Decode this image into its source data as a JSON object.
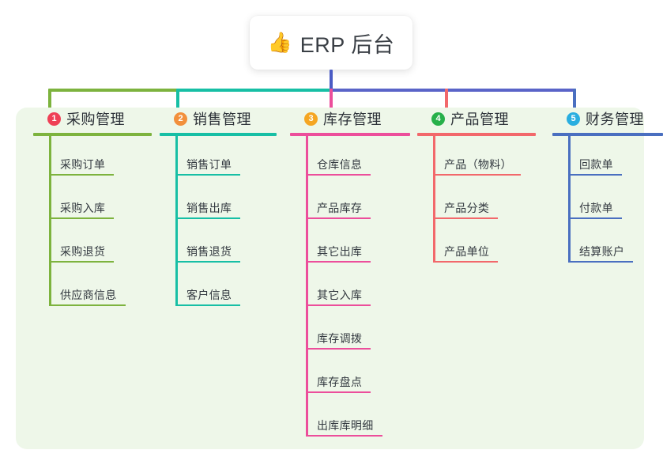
{
  "root": {
    "icon": "thumbs-up-icon",
    "emoji": "👍",
    "label": "ERP 后台"
  },
  "connectors": {
    "stem_color": "#4a5bc4",
    "bar_segments": [
      {
        "name": "bar-green",
        "color": "#7db33e"
      },
      {
        "name": "bar-teal",
        "color": "#17bfa5"
      },
      {
        "name": "bar-indigo",
        "color": "#5a64c8"
      }
    ],
    "drop_colors": [
      "#7db33e",
      "#17bfa5",
      "#ec4e9b",
      "#f2686b",
      "#4a6fc0"
    ]
  },
  "panel": {
    "background": "#eef7e9"
  },
  "columns": [
    {
      "index": "1",
      "title": "采购管理",
      "badge_color": "#ef4056",
      "accent": "#7db33e",
      "children": [
        "采购订单",
        "采购入库",
        "采购退货",
        "供应商信息"
      ]
    },
    {
      "index": "2",
      "title": "销售管理",
      "badge_color": "#f2903c",
      "accent": "#17bfa5",
      "children": [
        "销售订单",
        "销售出库",
        "销售退货",
        "客户信息"
      ]
    },
    {
      "index": "3",
      "title": "库存管理",
      "badge_color": "#f5a623",
      "accent": "#ec4e9b",
      "children": [
        "仓库信息",
        "产品库存",
        "其它出库",
        "其它入库",
        "库存调拨",
        "库存盘点",
        "出库库明细"
      ]
    },
    {
      "index": "4",
      "title": "产品管理",
      "badge_color": "#27b04a",
      "accent": "#f2686b",
      "children": [
        "产品（物料）",
        "产品分类",
        "产品单位"
      ]
    },
    {
      "index": "5",
      "title": "财务管理",
      "badge_color": "#29aee0",
      "accent": "#4a6fc0",
      "children": [
        "回款单",
        "付款单",
        "结算账户"
      ]
    }
  ]
}
